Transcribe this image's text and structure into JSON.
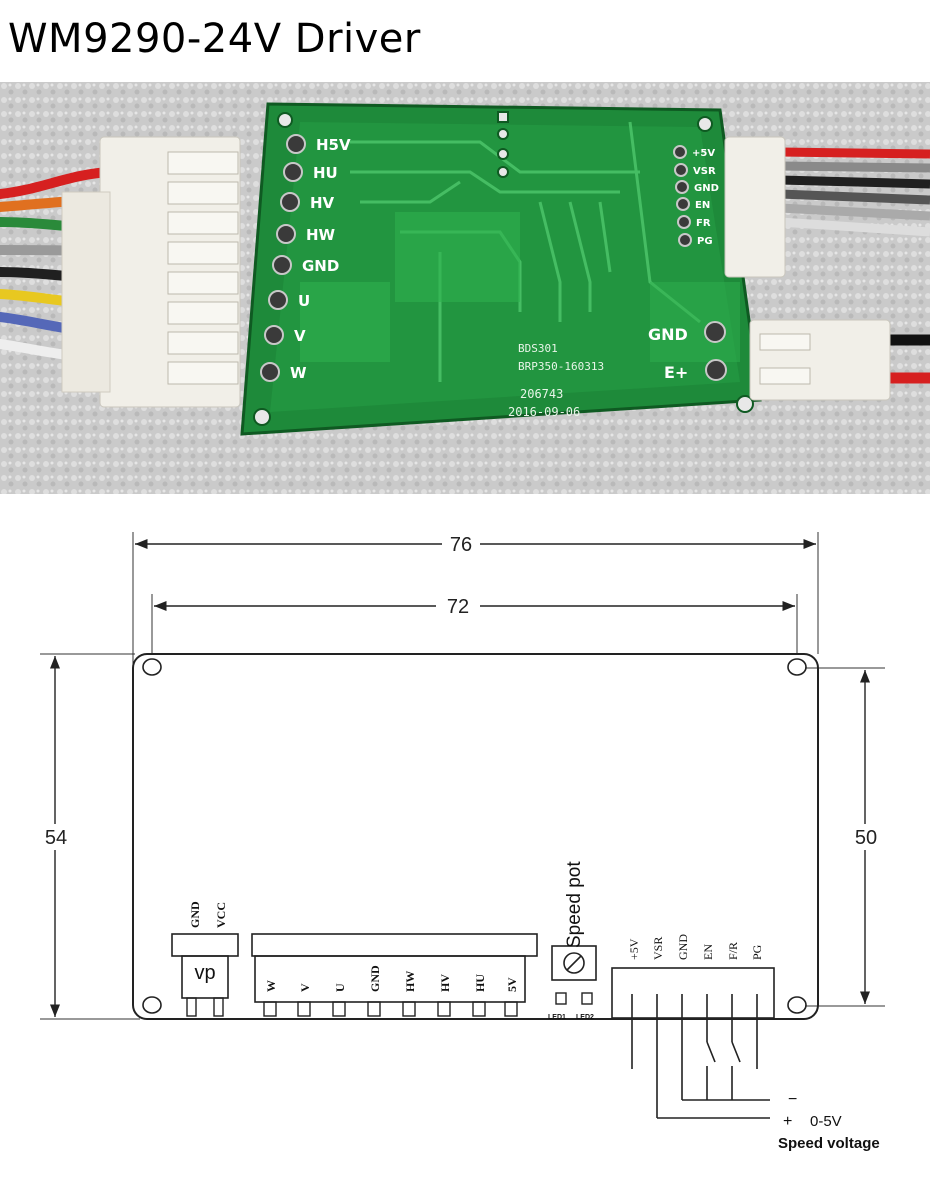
{
  "title": "WM9290-24V Driver",
  "photo": {
    "left_labels": [
      "H5V",
      "HU",
      "HV",
      "HW",
      "GND",
      "U",
      "V",
      "W"
    ],
    "right_labels": [
      "+5V",
      "VSR",
      "GND",
      "EN",
      "FR",
      "PG"
    ],
    "power_labels": [
      "GND",
      "E+"
    ],
    "silk_codes": [
      "BDS301",
      "BRP350-160313",
      "206743",
      "2016-09-06"
    ]
  },
  "diagram": {
    "dims": {
      "outer_width": "76",
      "hole_width": "72",
      "outer_height": "54",
      "hole_height": "50"
    },
    "power_labels": [
      "GND",
      "VCC"
    ],
    "power_connector_label": "vp",
    "motor_pins": [
      "W",
      "V",
      "U",
      "GND",
      "HW",
      "HV",
      "HU",
      "5V"
    ],
    "speed_pot_label": "Speed pot",
    "leds": [
      "LED1",
      "LED2"
    ],
    "control_pins": [
      "+5V",
      "VSR",
      "GND",
      "EN",
      "F/R",
      "PG"
    ],
    "minus_label": "−",
    "plus_label": "+",
    "voltage_range": "0-5V",
    "speed_voltage_label": "Speed voltage"
  },
  "colors": {
    "pcb_green": "#1e8a3a",
    "connector_white": "#f1efe8",
    "background_foam": "#cfcfcf"
  }
}
